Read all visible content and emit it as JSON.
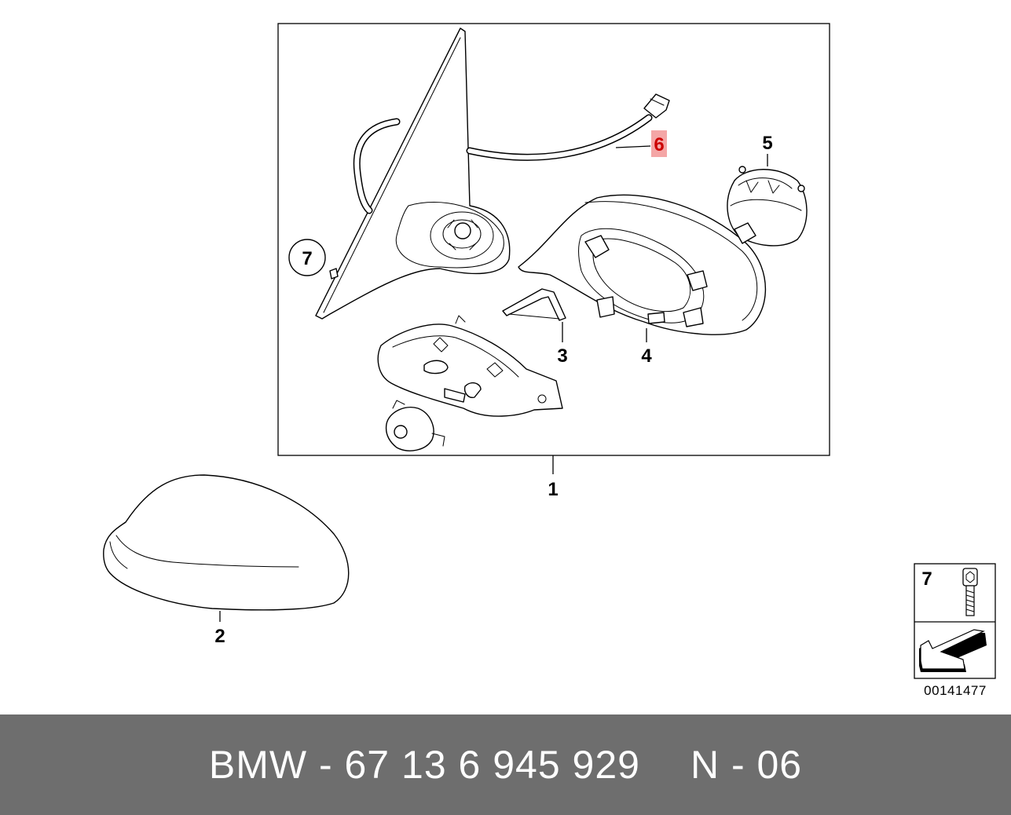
{
  "diagram": {
    "callouts": {
      "c1": "1",
      "c2": "2",
      "c3": "3",
      "c4": "4",
      "c5": "5",
      "c6": "6",
      "c7": "7"
    },
    "legend": {
      "item_number": "7",
      "reference_number": "00141477"
    },
    "highlight_color": "#f4a6a6",
    "highlight_text_color": "#cc0000"
  },
  "footer": {
    "part_number": "BMW - 67 13 6 945 929",
    "variant": "N - 06"
  }
}
